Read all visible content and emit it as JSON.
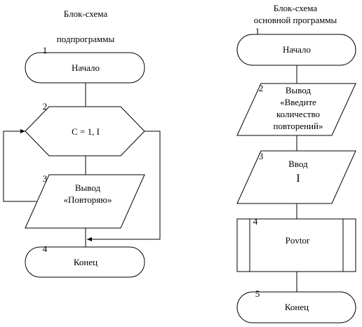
{
  "left": {
    "title_line1": "Блок-схема",
    "title_line2": "подпрограммы",
    "nodes": [
      {
        "num": "1",
        "lines": [
          "Начало"
        ]
      },
      {
        "num": "2",
        "lines": [
          "С = 1, I"
        ]
      },
      {
        "num": "3",
        "lines": [
          "Вывод",
          "«Повторяю»"
        ]
      },
      {
        "num": "4",
        "lines": [
          "Конец"
        ]
      }
    ]
  },
  "right": {
    "title_line1": "Блок-схема",
    "title_line2": "основной программы",
    "nodes": [
      {
        "num": "1",
        "lines": [
          "Начало"
        ]
      },
      {
        "num": "2",
        "lines": [
          "Вывод",
          "«Введите",
          "количество",
          "повторений»"
        ]
      },
      {
        "num": "3",
        "lines": [
          "Ввод",
          "I"
        ]
      },
      {
        "num": "4",
        "lines": [
          "Povtor"
        ]
      },
      {
        "num": "5",
        "lines": [
          "Конец"
        ]
      }
    ]
  }
}
